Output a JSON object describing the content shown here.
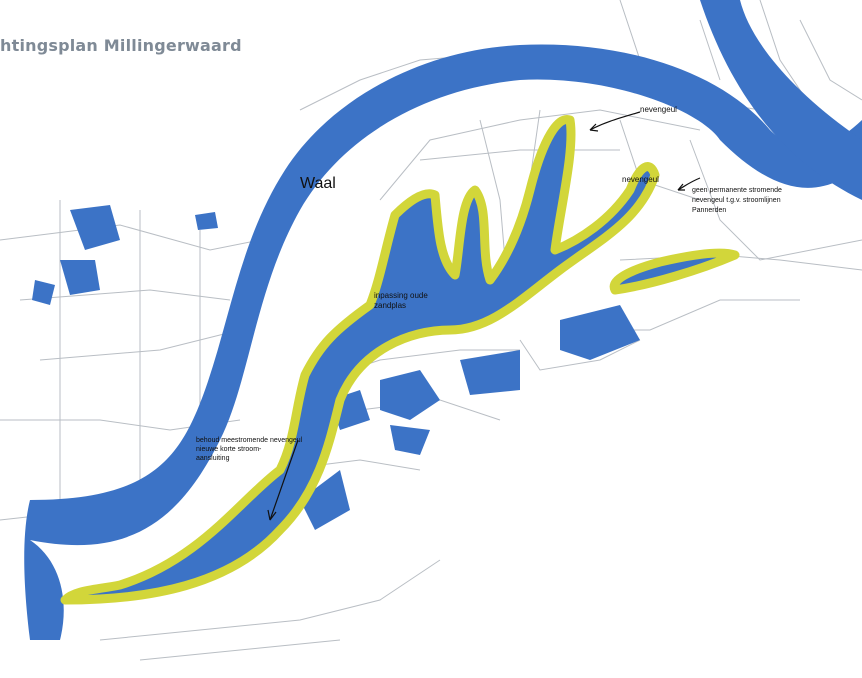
{
  "title": "htingsplan Millingerwaard",
  "labels": {
    "river": "Waal",
    "nevengeul_1": "nevengeul",
    "nevengeul_2": "nevengeul",
    "pannerden_line1": "geen permanente stromende",
    "pannerden_line2": "nevengeul t.g.v. stroomlijnen",
    "pannerden_line3": "Pannerden",
    "oude_zandplas_line1": "inpassing oude",
    "oude_zandplas_line2": "zandplas",
    "mouthannotation_line1": "behoud meestromende nevengeul",
    "mouthannotation_line2": "nieuwe korte stroom-",
    "mouthannotation_line3": "aansluiting"
  },
  "colors": {
    "water": "#3c73c6",
    "plan_outline": "#d2d63a",
    "map_lines": "#b9bec4",
    "title": "#7f8a96"
  }
}
